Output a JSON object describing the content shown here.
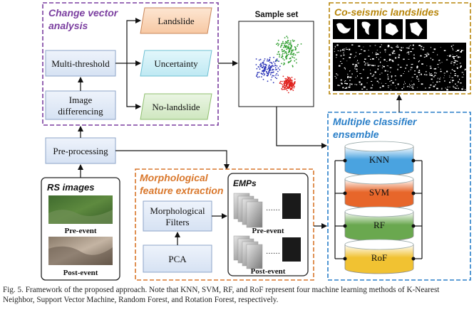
{
  "change_vector": {
    "title_line1": "Change vector",
    "title_line2": "analysis",
    "multi_threshold": "Multi-threshold",
    "image_diff_line1": "Image",
    "image_diff_line2": "differencing",
    "landslide": "Landslide",
    "uncertainty": "Uncertainty",
    "no_landslide": "No-landslide"
  },
  "sample_set": {
    "title": "Sample set"
  },
  "coseismic": {
    "title": "Co-seismic landslides"
  },
  "preprocessing": {
    "label": "Pre-processing"
  },
  "rs_images": {
    "title": "RS images",
    "pre_label": "Pre-event",
    "post_label": "Post-event"
  },
  "morph": {
    "title_line1": "Morphological",
    "title_line2": "feature extraction",
    "filters_line1": "Morphological",
    "filters_line2": "Filters",
    "pca": "PCA",
    "emps_title": "EMPs",
    "pre_label": "Pre-event",
    "post_label": "Post-event",
    "ellipsis": "……"
  },
  "ensemble": {
    "title_line1": "Multiple classifier",
    "title_line2": "ensemble",
    "classifiers": [
      {
        "label": "KNN",
        "color": "#4aa3e0"
      },
      {
        "label": "SVM",
        "color": "#e7662a"
      },
      {
        "label": "RF",
        "color": "#6aa84f"
      },
      {
        "label": "RoF",
        "color": "#f1c232"
      }
    ]
  },
  "caption": "Fig. 5. Framework of the proposed approach. Note that KNN, SVM, RF, and RoF represent four machine learning methods of K-Nearest Neighbor, Support Vector Machine, Random Forest, and Rotation Forest, respectively."
}
